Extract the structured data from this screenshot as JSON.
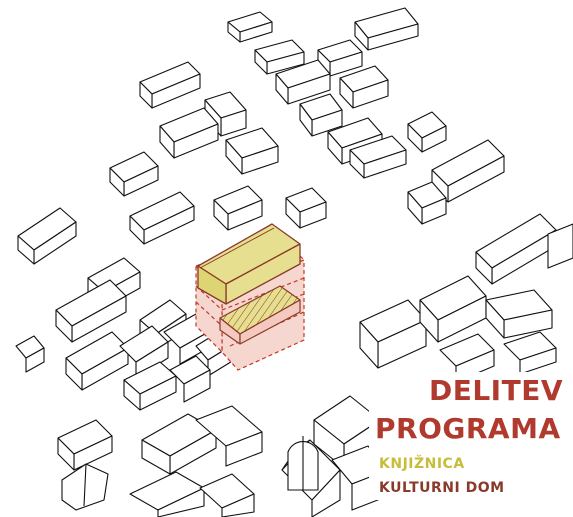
{
  "title": {
    "line1": "DELITEV",
    "line2": "PROGRAMA"
  },
  "legend": {
    "items": [
      {
        "label": "KNJIŽNICA",
        "color": "#c8bd38"
      },
      {
        "label": "KULTURNI DOM",
        "color": "#8a3a2a"
      }
    ]
  },
  "colors": {
    "library_fill": "#e6df8f",
    "library_stroke": "#8a3a2a",
    "culture_fill": "#f3c9c0",
    "culture_stroke": "#c0392b",
    "outline": "#111111"
  }
}
